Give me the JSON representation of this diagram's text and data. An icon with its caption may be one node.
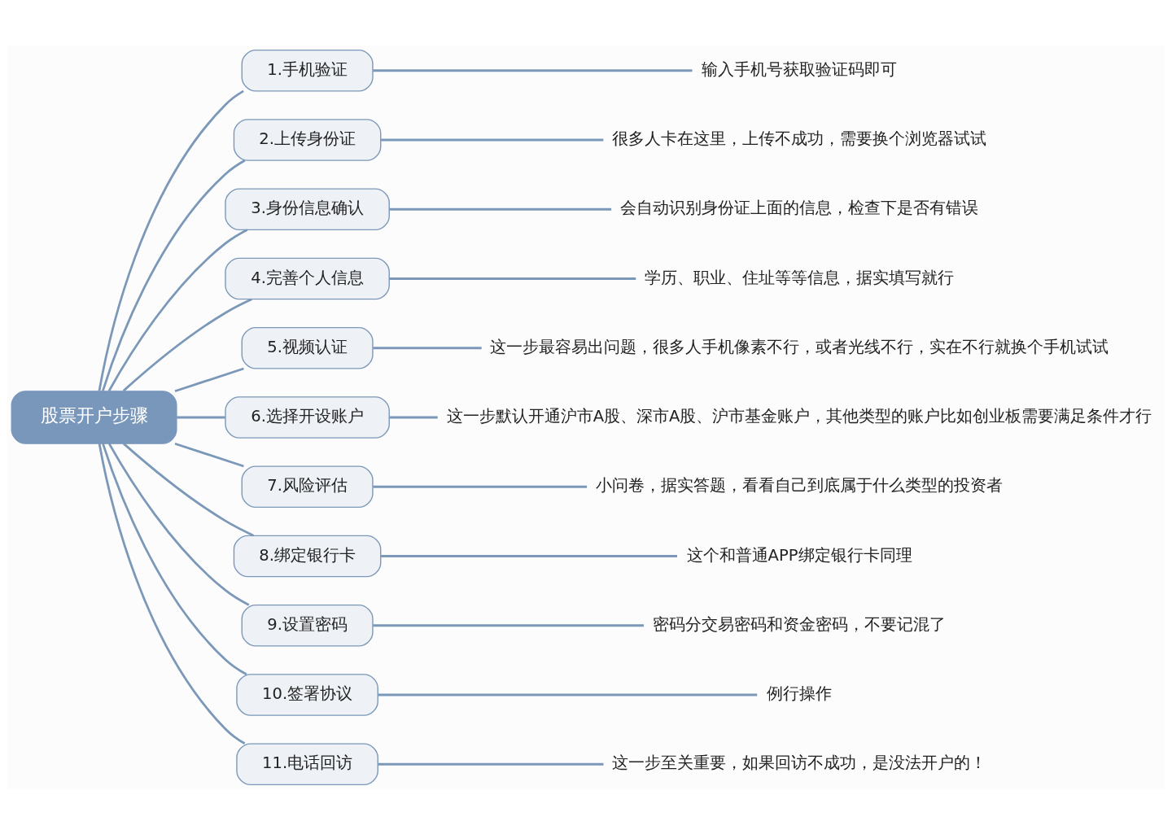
{
  "diagram": {
    "nodes": [
      {
        "text": [
          "股票开户步骤"
        ]
      },
      {
        "text": [
          "1.手机验证"
        ]
      },
      {
        "text": [
          "2.上传身份证"
        ]
      },
      {
        "text": [
          "3.身份信息确认"
        ]
      },
      {
        "text": [
          "4.完善个人信息"
        ]
      },
      {
        "text": [
          "5.视频认证"
        ]
      },
      {
        "text": [
          "6.选择开设账户"
        ]
      },
      {
        "text": [
          "7.风险评估"
        ]
      },
      {
        "text": [
          "8.绑定银行卡"
        ]
      },
      {
        "text": [
          "9.设置密码"
        ]
      },
      {
        "text": [
          "10.签署协议"
        ]
      },
      {
        "text": [
          "11.电话回访"
        ]
      },
      {
        "text": [
          "输入手机号获取验证码即可"
        ]
      },
      {
        "text": [
          "很多人卡在这里，上传不成功，需要换个浏览器试试"
        ]
      },
      {
        "text": [
          "会自动识别身份证上面的信息，检查下是否有错误"
        ]
      },
      {
        "text": [
          "学历、职业、住址等等信息，据实填写就行"
        ]
      },
      {
        "text": [
          "这一步最容易出问题，很多人手机像素不行，或者光线不行，实在不行就换个手机试试"
        ]
      },
      {
        "text": [
          "这一步默认开通沪市A股、深市A股、沪市基金账户，其他类型的账户比如创业板需要满足条件才行"
        ]
      },
      {
        "text": [
          "小问卷，据实答题，看看自己到底属于什么类型的投资者"
        ]
      },
      {
        "text": [
          "这个和普通APP绑定银行卡同理"
        ]
      },
      {
        "text": [
          "密码分交易密码和资金密码，不要记混了"
        ]
      },
      {
        "text": [
          "例行操作"
        ]
      },
      {
        "text": [
          "这一步至关重要，如果回访不成功，是没法开户的！"
        ]
      }
    ],
    "edges": [
      {
        "from": 0,
        "to": 1,
        "arrow": "none"
      },
      {
        "from": 0,
        "to": 2,
        "arrow": "none"
      },
      {
        "from": 0,
        "to": 3,
        "arrow": "none"
      },
      {
        "from": 0,
        "to": 4,
        "arrow": "none"
      },
      {
        "from": 0,
        "to": 5,
        "arrow": "none"
      },
      {
        "from": 0,
        "to": 6,
        "arrow": "none"
      },
      {
        "from": 0,
        "to": 7,
        "arrow": "none"
      },
      {
        "from": 0,
        "to": 8,
        "arrow": "none"
      },
      {
        "from": 0,
        "to": 9,
        "arrow": "none"
      },
      {
        "from": 0,
        "to": 10,
        "arrow": "none"
      },
      {
        "from": 0,
        "to": 11,
        "arrow": "none"
      },
      {
        "from": 1,
        "to": 12,
        "arrow": "none"
      },
      {
        "from": 2,
        "to": 13,
        "arrow": "none"
      },
      {
        "from": 3,
        "to": 14,
        "arrow": "none"
      },
      {
        "from": 4,
        "to": 15,
        "arrow": "none"
      },
      {
        "from": 5,
        "to": 16,
        "arrow": "none"
      },
      {
        "from": 6,
        "to": 17,
        "arrow": "none"
      },
      {
        "from": 7,
        "to": 18,
        "arrow": "none"
      },
      {
        "from": 8,
        "to": 19,
        "arrow": "none"
      },
      {
        "from": 9,
        "to": 20,
        "arrow": "none"
      },
      {
        "from": 10,
        "to": 21,
        "arrow": "none"
      },
      {
        "from": 11,
        "to": 22,
        "arrow": "none"
      }
    ]
  }
}
